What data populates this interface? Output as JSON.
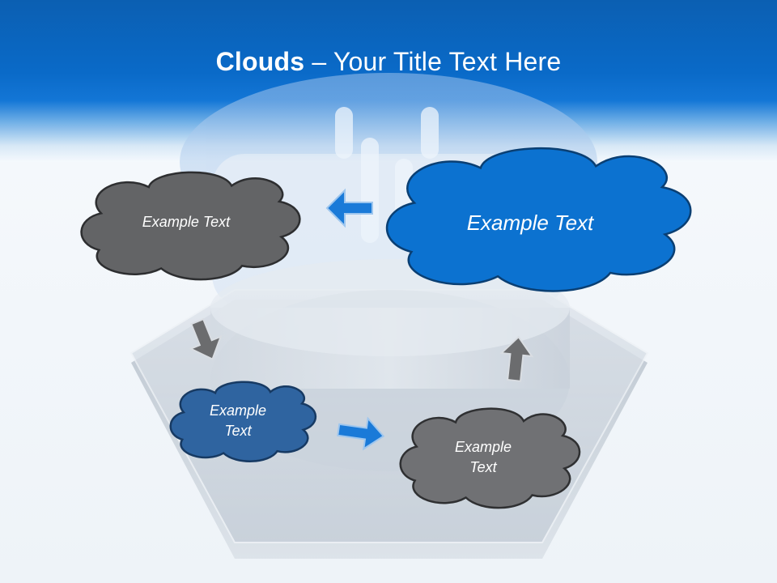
{
  "slide": {
    "title_bold": "Clouds",
    "title_rest": " – Your Title Text Here"
  },
  "clouds": [
    {
      "text": "Example Text",
      "fill": "#636466"
    },
    {
      "text": "Example Text",
      "fill": "#0c72d0"
    },
    {
      "text": "Example Text",
      "fill": "#2f64a0"
    },
    {
      "text": "Example Text",
      "fill": "#707174"
    }
  ],
  "colors": {
    "header_blue": "#0a6ac8",
    "arrow_blue": "#1a7ad8",
    "arrow_gray": "#6b6c6e"
  }
}
